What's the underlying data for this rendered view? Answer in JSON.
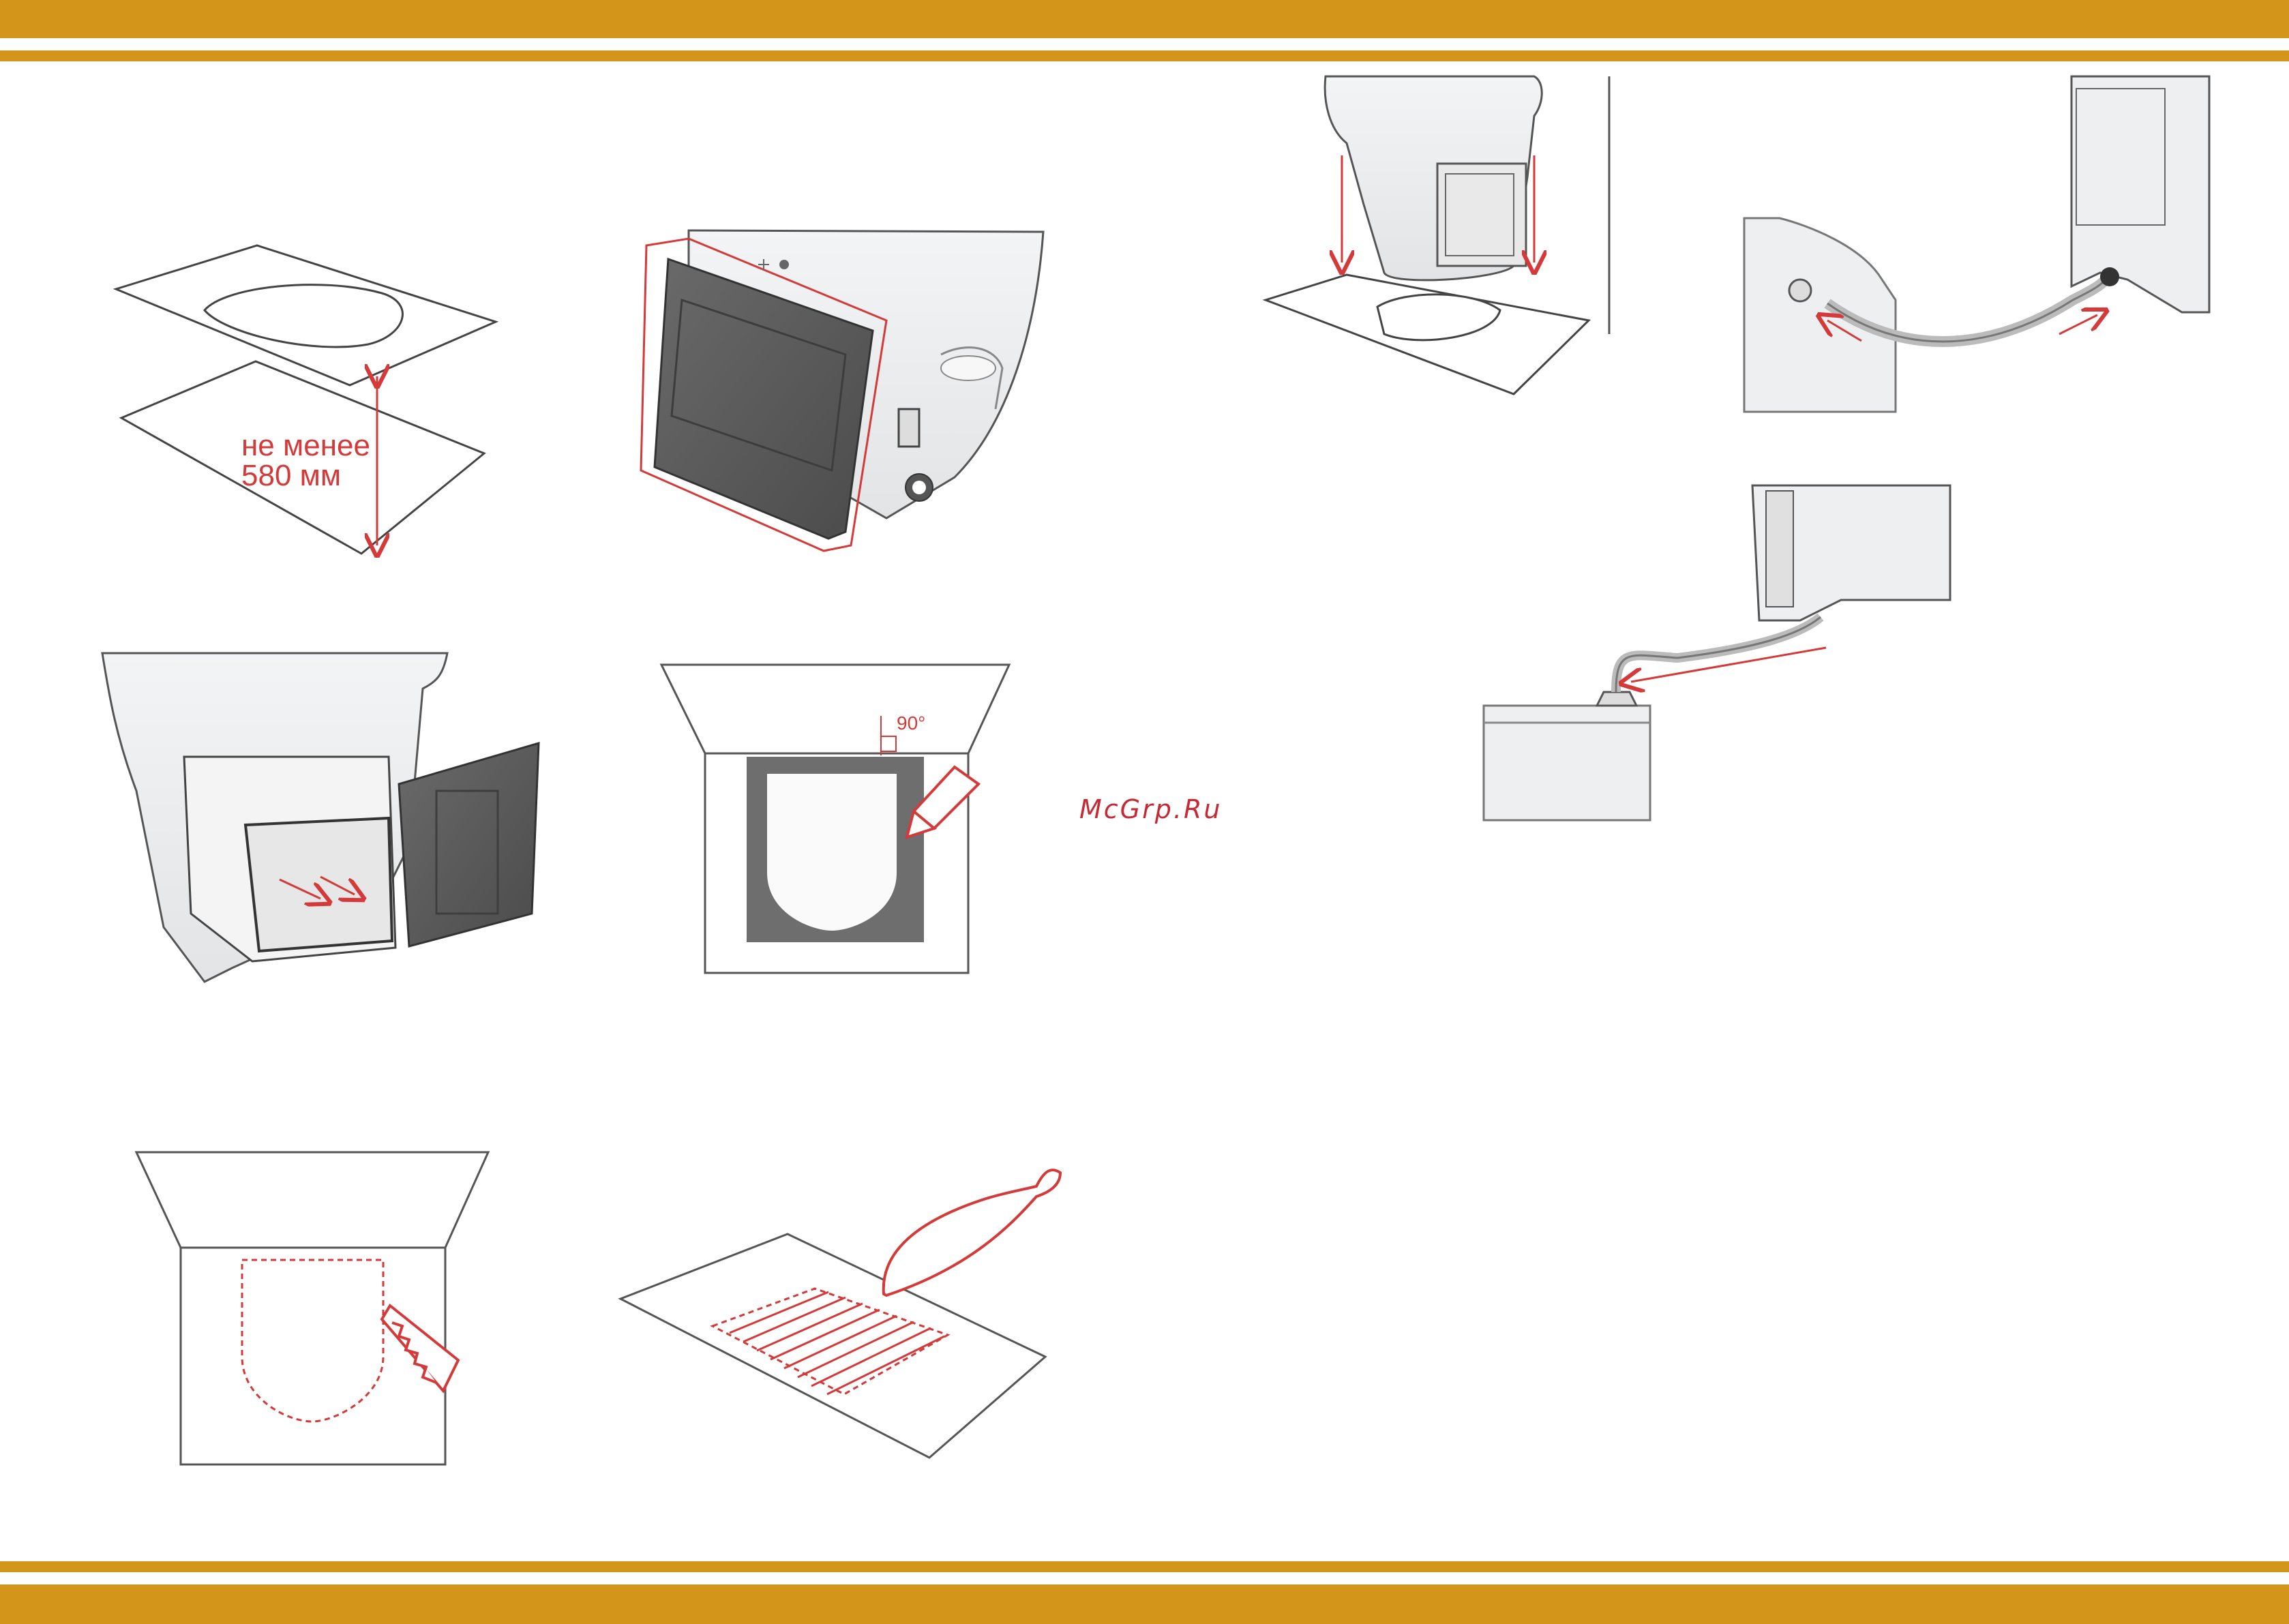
{
  "header": {
    "band_color": "#d4961a"
  },
  "footer": {
    "band_color": "#d4961a"
  },
  "accent_color": "#d43a3a",
  "fig1": {
    "clearance_line1": "не менее",
    "clearance_line2": "580 мм"
  },
  "fig4": {
    "angle_label": "90°"
  },
  "watermark": {
    "text": "McGrp.Ru"
  }
}
